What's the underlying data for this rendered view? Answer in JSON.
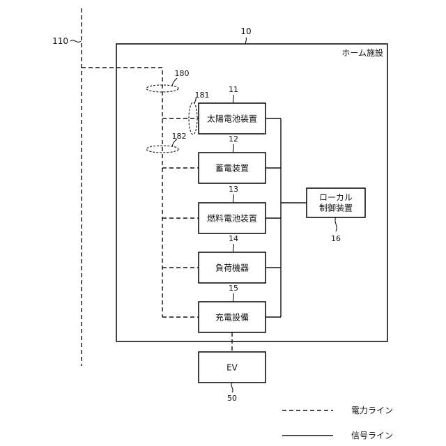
{
  "home_facility": {
    "number": "10",
    "label": "ホーム施設"
  },
  "power_grid": {
    "number": "110"
  },
  "devices": [
    {
      "number": "11",
      "label": "太陽電池装置"
    },
    {
      "number": "12",
      "label": "蓄電装置"
    },
    {
      "number": "13",
      "label": "燃料電池装置"
    },
    {
      "number": "14",
      "label": "負荷機器"
    },
    {
      "number": "15",
      "label": "充電設備"
    }
  ],
  "local_controller": {
    "number": "16",
    "label_line1": "ローカル",
    "label_line2": "制御装置"
  },
  "ev": {
    "number": "50",
    "label": "EV"
  },
  "sensors": [
    {
      "number": "180"
    },
    {
      "number": "181"
    },
    {
      "number": "182"
    }
  ],
  "legend": {
    "power_line": "電力ライン",
    "signal_line": "信号ライン"
  }
}
